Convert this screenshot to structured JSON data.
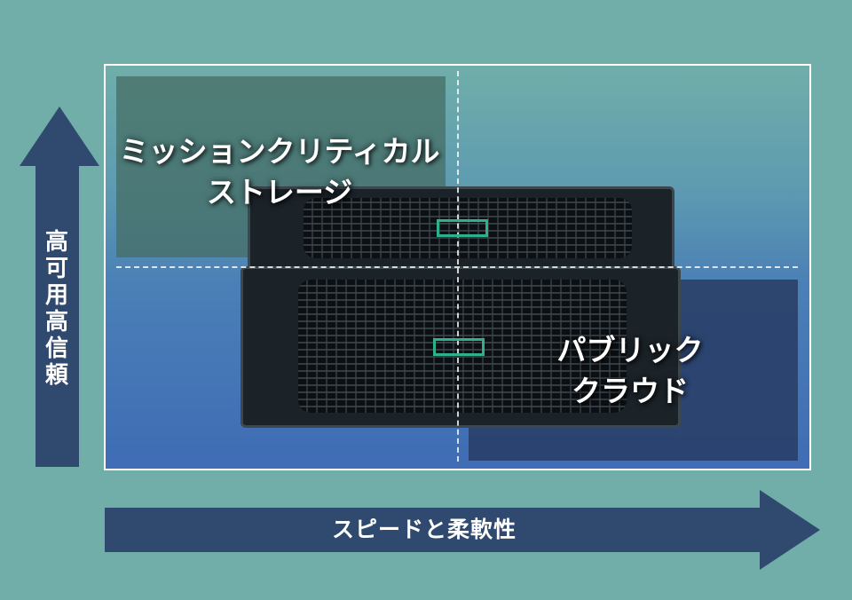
{
  "quadrants": {
    "top_left": {
      "line1": "ミッションクリティカル",
      "line2": "ストレージ"
    },
    "bottom_right": {
      "line1": "パブリック",
      "line2": "クラウド"
    }
  },
  "axes": {
    "y_label": "高可用高信頼",
    "x_label": "スピードと柔軟性"
  },
  "colors": {
    "background": "#72aea9",
    "arrow": "#2f4a6e",
    "accent_logo": "#2fb08c"
  }
}
